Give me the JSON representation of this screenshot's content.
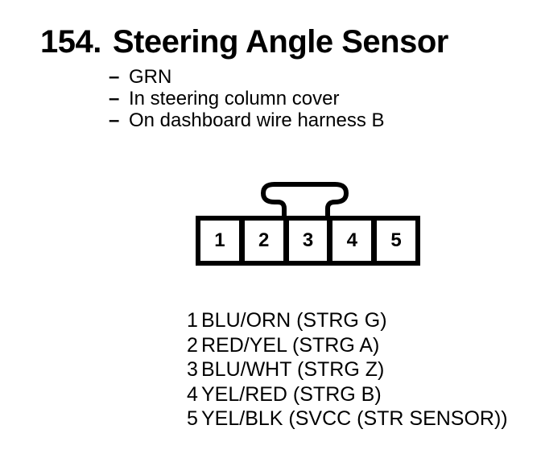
{
  "document": {
    "item_number": "154.",
    "title": "Steering Angle Sensor",
    "bullet_char": "–",
    "notes": [
      "GRN",
      "In steering column cover",
      "On dashboard wire harness B"
    ]
  },
  "connector": {
    "cavities": [
      "1",
      "2",
      "3",
      "4",
      "5"
    ]
  },
  "pinout": [
    {
      "pin": "1",
      "wire": "BLU/ORN (STRG G)"
    },
    {
      "pin": "2",
      "wire": "RED/YEL (STRG A)"
    },
    {
      "pin": "3",
      "wire": "BLU/WHT (STRG Z)"
    },
    {
      "pin": "4",
      "wire": "YEL/RED (STRG B)"
    },
    {
      "pin": "5",
      "wire": "YEL/BLK (SVCC (STR SENSOR))"
    }
  ],
  "colors": {
    "ink": "#000000",
    "paper": "#ffffff"
  }
}
